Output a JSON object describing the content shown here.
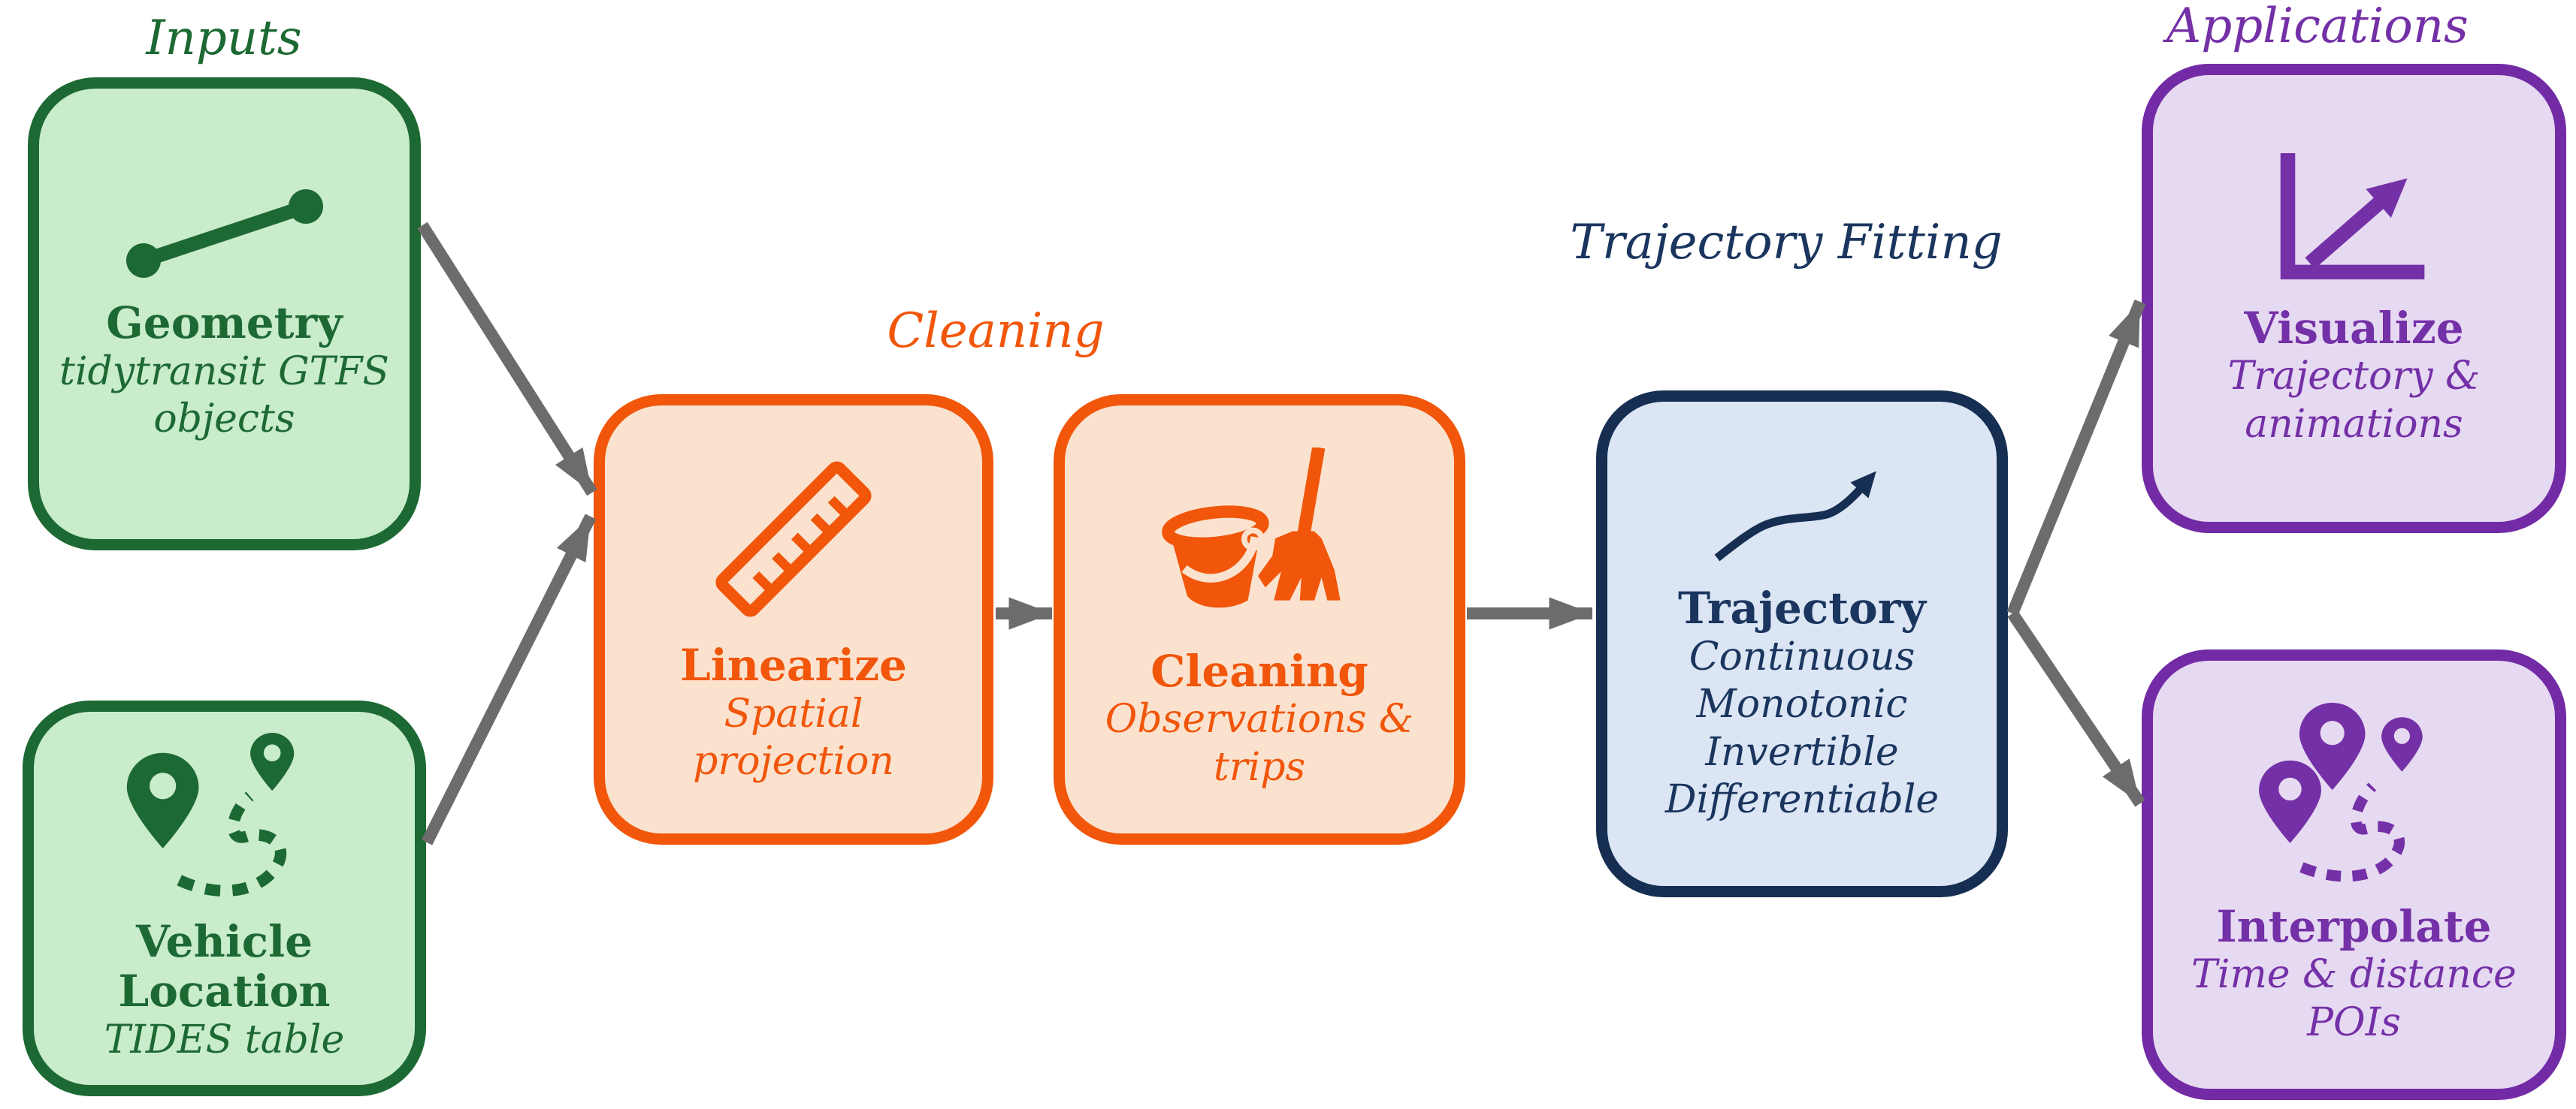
{
  "diagram": {
    "background_color": "#ffffff",
    "arrow_color": "#6c6c6c",
    "sections": {
      "inputs": {
        "label": "Inputs",
        "color": "#1d6933",
        "fill": "#c9ecca"
      },
      "cleaning": {
        "label": "Cleaning",
        "color": "#f1560a",
        "fill": "#fbe2cf"
      },
      "trajectory_fitting": {
        "label": "Trajectory Fitting",
        "color": "#1a355e",
        "fill": "#dbe5f4"
      },
      "applications": {
        "label": "Applications",
        "color": "#7430a6",
        "fill": "#e6d9f2"
      }
    },
    "nodes": {
      "geometry": {
        "title": "Geometry",
        "subtitle": "tidytransit GTFS objects",
        "icon": "line-segment-icon"
      },
      "vehicle_location": {
        "title": "Vehicle Location",
        "subtitle": "TIDES table",
        "icon": "route-pins-icon"
      },
      "linearize": {
        "title": "Linearize",
        "subtitle": "Spatial projection",
        "icon": "ruler-icon"
      },
      "cleaning": {
        "title": "Cleaning",
        "subtitle": "Observations & trips",
        "icon": "bucket-broom-icon"
      },
      "trajectory": {
        "title": "Trajectory",
        "subtitle_lines": [
          "Continuous",
          "Monotonic",
          "Invertible",
          "Differentiable"
        ],
        "icon": "rising-trajectory-arrow-icon"
      },
      "visualize": {
        "title": "Visualize",
        "subtitle": "Trajectory & animations",
        "icon": "chart-growth-arrow-icon"
      },
      "interpolate": {
        "title": "Interpolate",
        "subtitle": "Time & distance POIs",
        "icon": "route-pins-icon"
      }
    }
  }
}
